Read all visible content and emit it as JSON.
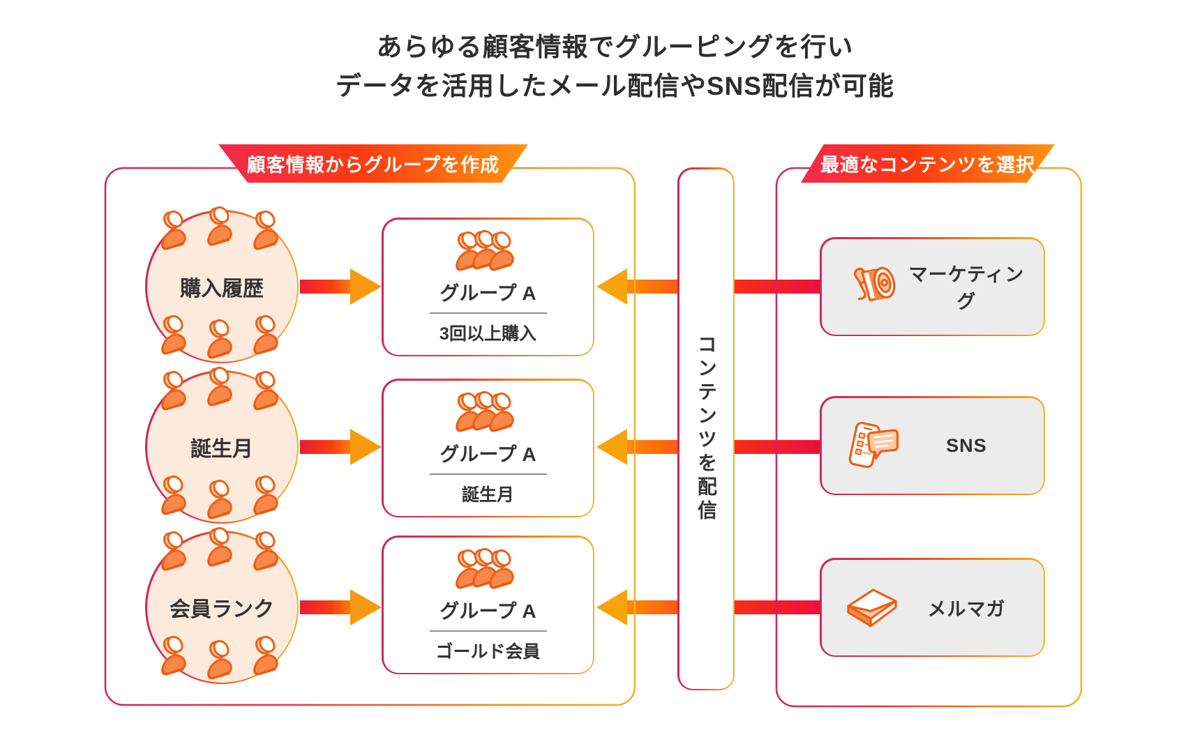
{
  "title": {
    "line1": "あらゆる顧客情報でグルーピングを行い",
    "line2": "データを活用したメール配信やSNS配信が可能"
  },
  "left_section": {
    "banner": "顧客情報からグループを作成",
    "sources": [
      {
        "label": "購入履歴"
      },
      {
        "label": "誕生月"
      },
      {
        "label": "会員ランク"
      }
    ],
    "groups": [
      {
        "name": "グループ A",
        "condition": "3回以上購入"
      },
      {
        "name": "グループ A",
        "condition": "誕生月"
      },
      {
        "name": "グループ A",
        "condition": "ゴールド会員"
      }
    ]
  },
  "middle": {
    "label": "コンテンツを配信"
  },
  "right_section": {
    "banner": "最適なコンテンツを選択",
    "channels": [
      {
        "label": "マーケティング",
        "icon": "megaphone-icon"
      },
      {
        "label": "SNS",
        "icon": "phone-chat-icon"
      },
      {
        "label": "メルマガ",
        "icon": "envelope-icon"
      }
    ]
  },
  "colors": {
    "ribbon_gradient_start": "#f12a4c",
    "ribbon_gradient_end": "#ff9412",
    "border_gradient_start": "#c9275f",
    "border_gradient_end": "#edb32b",
    "circle_fill": "#fceadd",
    "channel_box_fill": "#ececec",
    "arrow_head": "#f8990f",
    "arrow_red": "#ee0f3d",
    "icon_orange": "#ee5f13",
    "icon_fill": "#f8874a",
    "icon_peach": "#fbc9a4",
    "text": "#333333"
  }
}
